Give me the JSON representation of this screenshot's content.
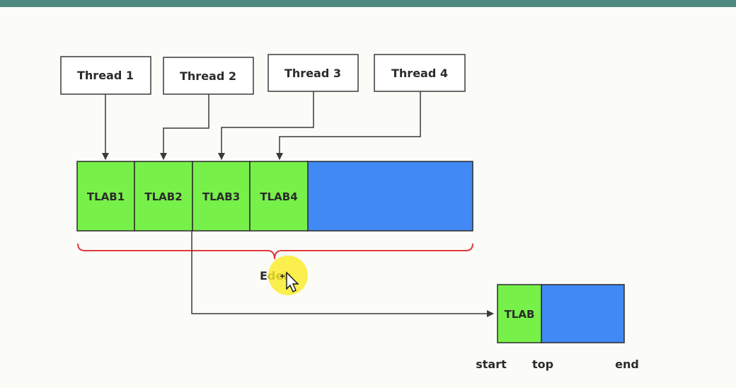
{
  "colors": {
    "header_bar": "#4f8a80",
    "tlab_green": "#77f04a",
    "eden_blue": "#4189f4",
    "brace_red": "#e03a3a",
    "cursor_highlight": "#fae828"
  },
  "threads": [
    "Thread 1",
    "Thread 2",
    "Thread 3",
    "Thread 4"
  ],
  "tlabs": [
    "TLAB1",
    "TLAB2",
    "TLAB3",
    "TLAB4"
  ],
  "eden_label": "Eden",
  "detail": {
    "tlab_label": "TLAB",
    "pointers": [
      "start",
      "top",
      "end"
    ]
  }
}
